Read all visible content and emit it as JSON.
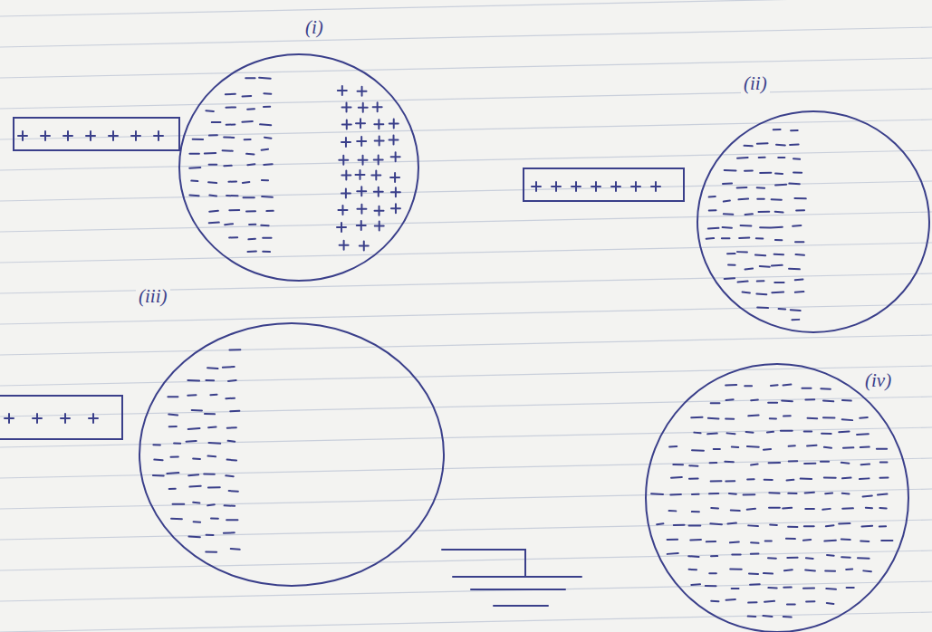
{
  "diagram": {
    "labels": [
      "(i)",
      "(ii)",
      "(iii)",
      "(iv)"
    ]
  }
}
